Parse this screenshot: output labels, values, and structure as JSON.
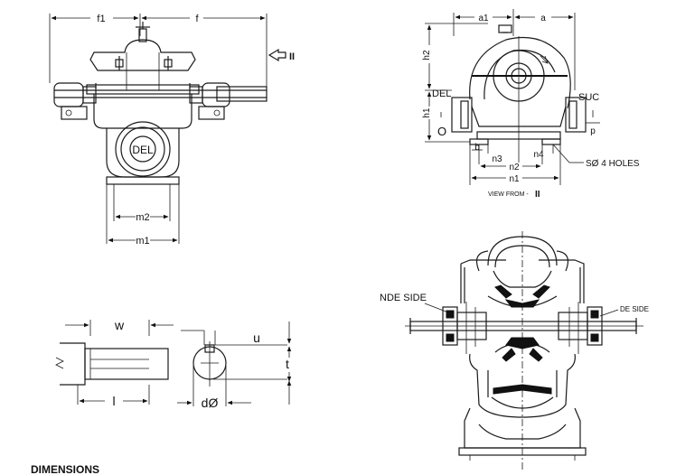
{
  "top_left_view": {
    "dim_f1": "f1",
    "dim_f": "f",
    "dim_m2": "m2",
    "dim_m1": "m1",
    "del_label": "DEL",
    "view_marker": "II"
  },
  "top_right_view": {
    "dim_a1": "a1",
    "dim_a": "a",
    "dim_h2": "h2",
    "dim_h1": "h1",
    "dim_p": "p",
    "dim_b": "b",
    "dim_n3": "n3",
    "dim_n4": "n4",
    "dim_n2": "n2",
    "dim_n1": "n1",
    "del_label": "DEL",
    "suc_label": "SUC",
    "o_label": "O",
    "holes_label": "SØ 4 HOLES",
    "view_from_label": "VIEW FROM -",
    "view_marker": "II"
  },
  "shaft_detail": {
    "dim_w": "w",
    "dim_l": "l",
    "dim_u": "u",
    "dim_t": "t",
    "dim_d": "dØ"
  },
  "section_view": {
    "nde_label": "NDE SIDE",
    "de_label": "DE SIDE"
  },
  "footer": {
    "heading": "DIMENSIONS"
  },
  "colors": {
    "line": "#1a1a1a",
    "background": "#ffffff"
  }
}
